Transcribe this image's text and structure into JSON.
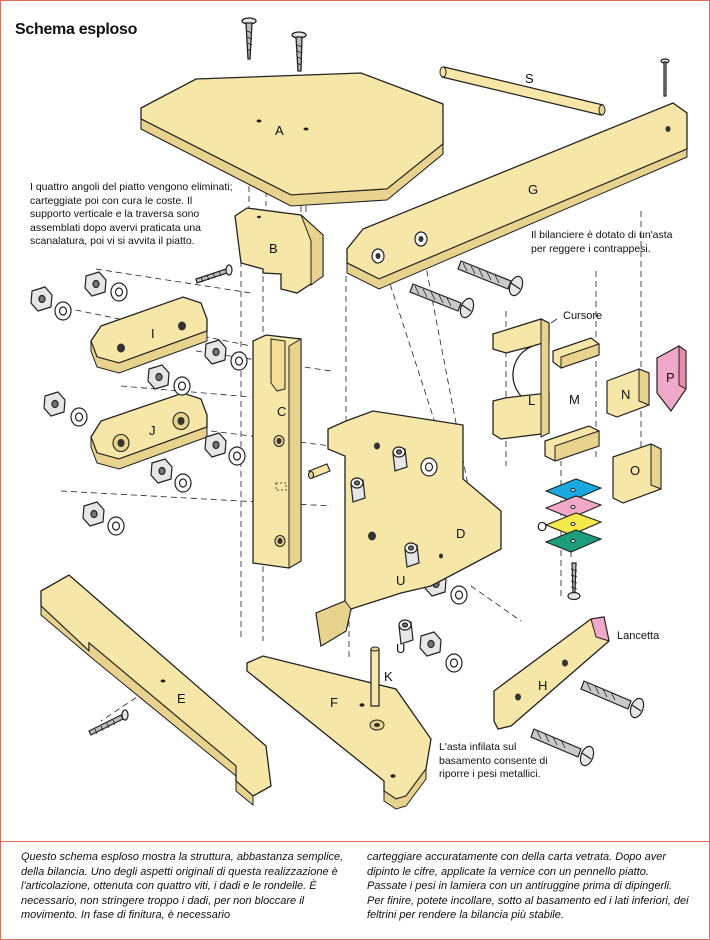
{
  "title": "Schema esploso",
  "notes": {
    "top_left": "I quattro angoli del piatto vengono eliminati; carteggiate poi con cura le coste. Il supporto verticale e la traversa sono assemblati dopo avervi praticata una scanalatura, poi vi si avvita il piatto.",
    "bilanciere": "Il bilanciere è dotato di un'asta per reggere i contrappesi.",
    "asta": "L'asta infilata sul basamento consente di riporre i pesi metallici."
  },
  "labels": {
    "cursore": "Cursore",
    "lancetta": "Lancetta"
  },
  "parts": {
    "A": "A",
    "B": "B",
    "C": "C",
    "D": "D",
    "E": "E",
    "F": "F",
    "G": "G",
    "H": "H",
    "I": "I",
    "J": "J",
    "K": "K",
    "L": "L",
    "M": "M",
    "N": "N",
    "O1": "O",
    "O2": "O",
    "P": "P",
    "S": "S",
    "U1": "U",
    "U2": "U"
  },
  "colors": {
    "wood": "#f6e6a8",
    "pink": "#f0a8c8",
    "blue": "#1aa8e0",
    "yellow": "#f4e84a",
    "green": "#1c9e7c",
    "border": "#e06a58"
  },
  "caption": {
    "col1": "Questo schema esploso mostra la struttura, abbastanza semplice, della bilancia. Uno degli aspetti originali di questa realizzazione è l'articolazione, ottenuta con quattro viti, i dadi e le rondelle. È necessario, non stringere troppo i dadi, per non bloccare il movimento. In fase di finitura, è necessario",
    "col2": "carteggiare accuratamente con della carta vetrata. Dopo aver dipinto le cifre, applicate la vernice con un pennello piatto. Passate i pesi in lamiera con un antiruggine prima di dipingerli. Per finire, potete incollare, sotto al basamento ed i lati inferiori, dei feltrini per rendere la bilancia più stabile."
  }
}
